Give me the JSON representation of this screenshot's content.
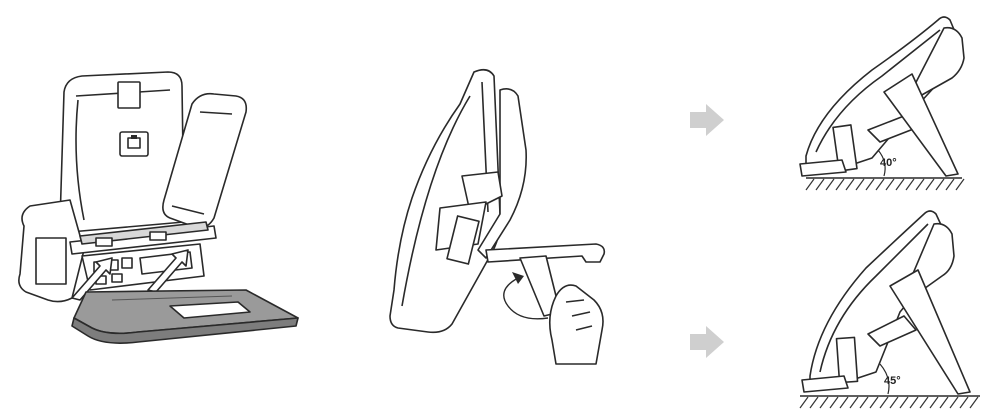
{
  "steps": [
    {
      "id": "attach-stand"
    },
    {
      "id": "rotate-stand"
    },
    {
      "id": "position-40",
      "angle_label": "40°"
    },
    {
      "id": "position-45",
      "angle_label": "45°"
    }
  ],
  "colors": {
    "line": "#2a2a2a",
    "stand_fill": "#9a9a9a",
    "arrow_fill": "#cfcfcf",
    "hatch": "#333333"
  },
  "icons": {
    "arrow": "right-arrow-icon",
    "lan_port": "network-port-icon"
  }
}
